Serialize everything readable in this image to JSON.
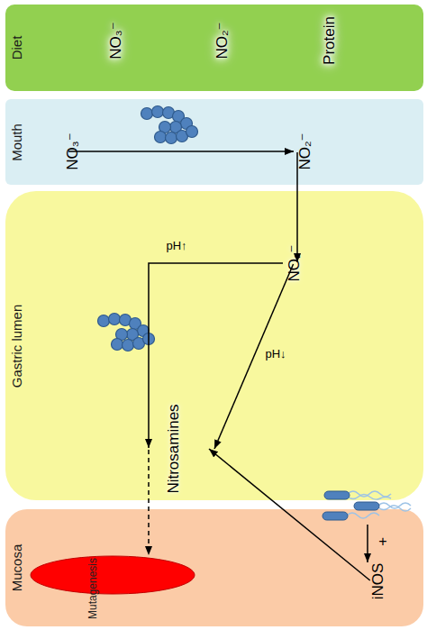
{
  "diagram": {
    "nodes": [
      {
        "text": [
          "Diet"
        ]
      },
      {
        "text": [
          "NO₃⁻"
        ],
        "in": 0
      },
      {
        "text": [
          "NO₂⁻"
        ],
        "in": 0
      },
      {
        "text": [
          "Protein"
        ],
        "in": 0
      },
      {
        "text": [
          "Mouth"
        ]
      },
      {
        "text": [
          "NO₃⁻"
        ],
        "in": 4
      },
      {
        "text": [
          "NO₂⁻"
        ],
        "in": 4
      },
      {
        "text": [
          "Gastric lumen"
        ]
      },
      {
        "text": [
          "NO₂⁻"
        ],
        "in": 7
      },
      {
        "text": [
          "Nitrosamines"
        ],
        "in": 7
      },
      {
        "text": [
          "Mucosa"
        ]
      },
      {
        "text": [
          "Mutagenesis"
        ],
        "in": 10
      },
      {
        "text": [
          "iNOS"
        ],
        "in": 10
      }
    ],
    "edges": [
      {
        "from": 5,
        "to": 6,
        "arrow": "to"
      },
      {
        "from": 6,
        "to": 8,
        "arrow": "to"
      },
      {
        "from": 8,
        "to": 9,
        "label": "pH↑",
        "arrow": "to"
      },
      {
        "from": 8,
        "to": 9,
        "label": "pH↓",
        "arrow": "to"
      },
      {
        "from": 9,
        "to": 11,
        "arrow": "to"
      },
      {
        "from": 12,
        "to": 9,
        "arrow": "to"
      }
    ],
    "labels": [
      "+"
    ]
  }
}
